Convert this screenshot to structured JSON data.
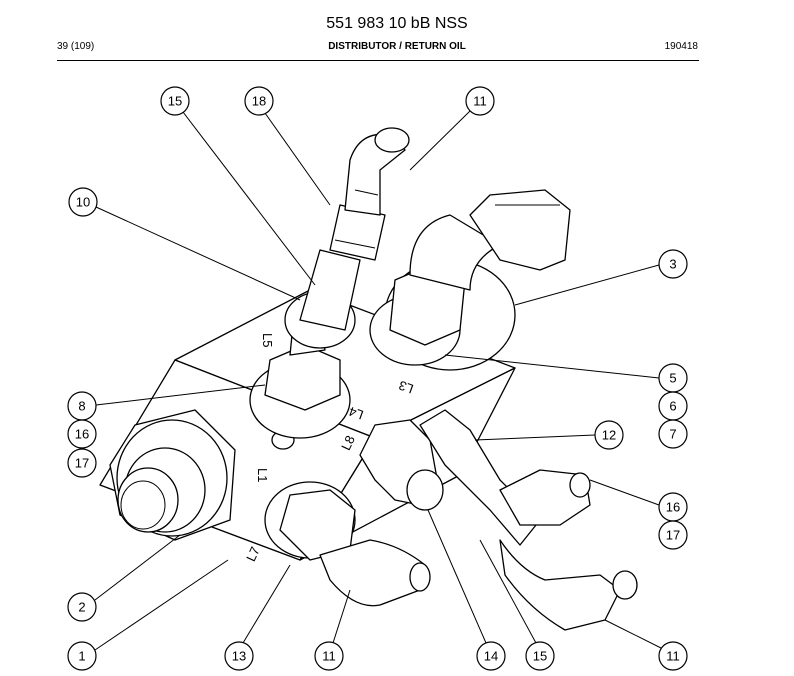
{
  "header": {
    "title": "551 983 10 bB NSS",
    "page": "39 (109)",
    "section": "DISTRIBUTOR / RETURN OIL",
    "code": "190418"
  },
  "port_labels": [
    "L5",
    "L3",
    "L4",
    "L8",
    "L1",
    "L7"
  ],
  "callouts": [
    "15",
    "18",
    "11",
    "10",
    "3",
    "5",
    "6",
    "7",
    "8",
    "16",
    "17",
    "12",
    "16",
    "17",
    "2",
    "1",
    "13",
    "11",
    "14",
    "15",
    "11"
  ]
}
